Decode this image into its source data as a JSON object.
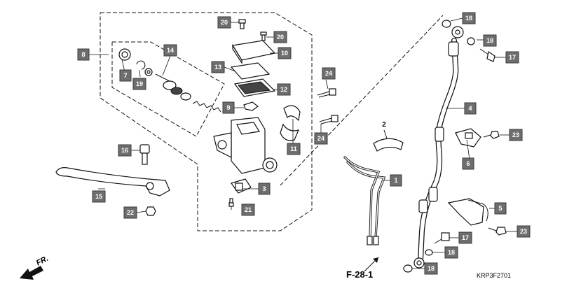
{
  "diagram": {
    "callouts": {
      "c1": "1",
      "c2": "2",
      "c3": "3",
      "c4": "4",
      "c5": "5",
      "c6": "6",
      "c7": "7",
      "c8": "8",
      "c9": "9",
      "c10": "10",
      "c11": "11",
      "c12": "12",
      "c13": "13",
      "c14": "14",
      "c15": "15",
      "c16": "16",
      "c17a": "17",
      "c17b": "17",
      "c18a": "18",
      "c18b": "18",
      "c18c": "18",
      "c18d": "18",
      "c19": "19",
      "c20a": "20",
      "c20b": "20",
      "c21": "21",
      "c22": "22",
      "c23a": "23",
      "c23b": "23",
      "c24a": "24",
      "c24b": "24"
    },
    "section_reference": "F-28-1",
    "front_indicator": "FR.",
    "diagram_code": "KRP3F2701"
  }
}
